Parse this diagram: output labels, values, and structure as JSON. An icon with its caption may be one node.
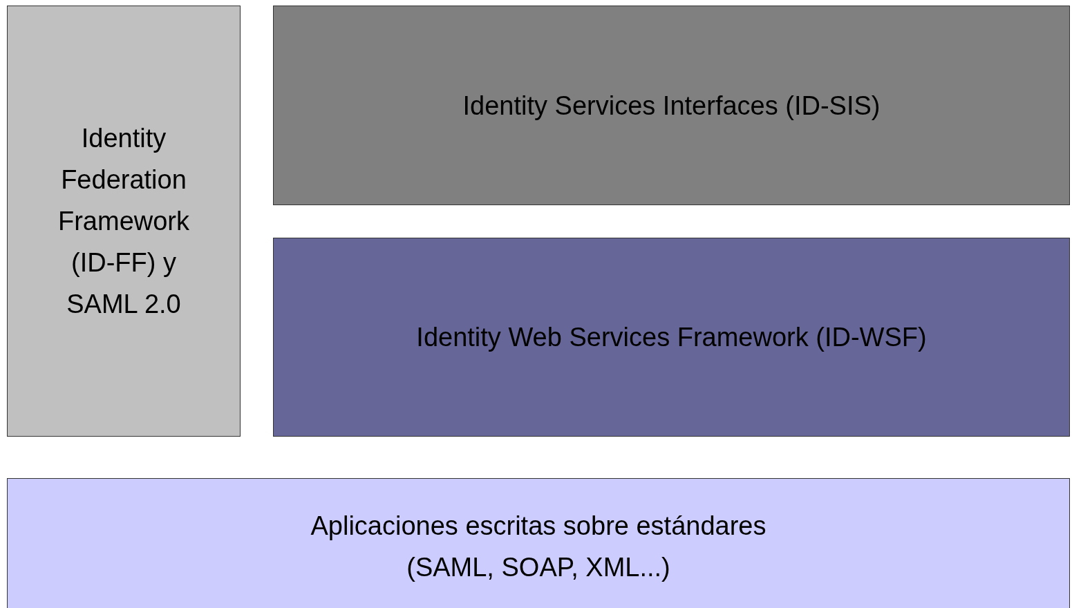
{
  "diagram": {
    "nodes": [
      {
        "text": [
          "Identity Federation Framework (ID-FF) y SAML 2.0"
        ]
      },
      {
        "text": [
          "Identity Services Interfaces (ID-SIS)"
        ]
      },
      {
        "text": [
          "Identity Web Services Framework (ID-WSF)"
        ]
      },
      {
        "text": [
          "Aplicaciones escritas sobre estándares (SAML, SOAP, XML...)"
        ]
      }
    ]
  }
}
